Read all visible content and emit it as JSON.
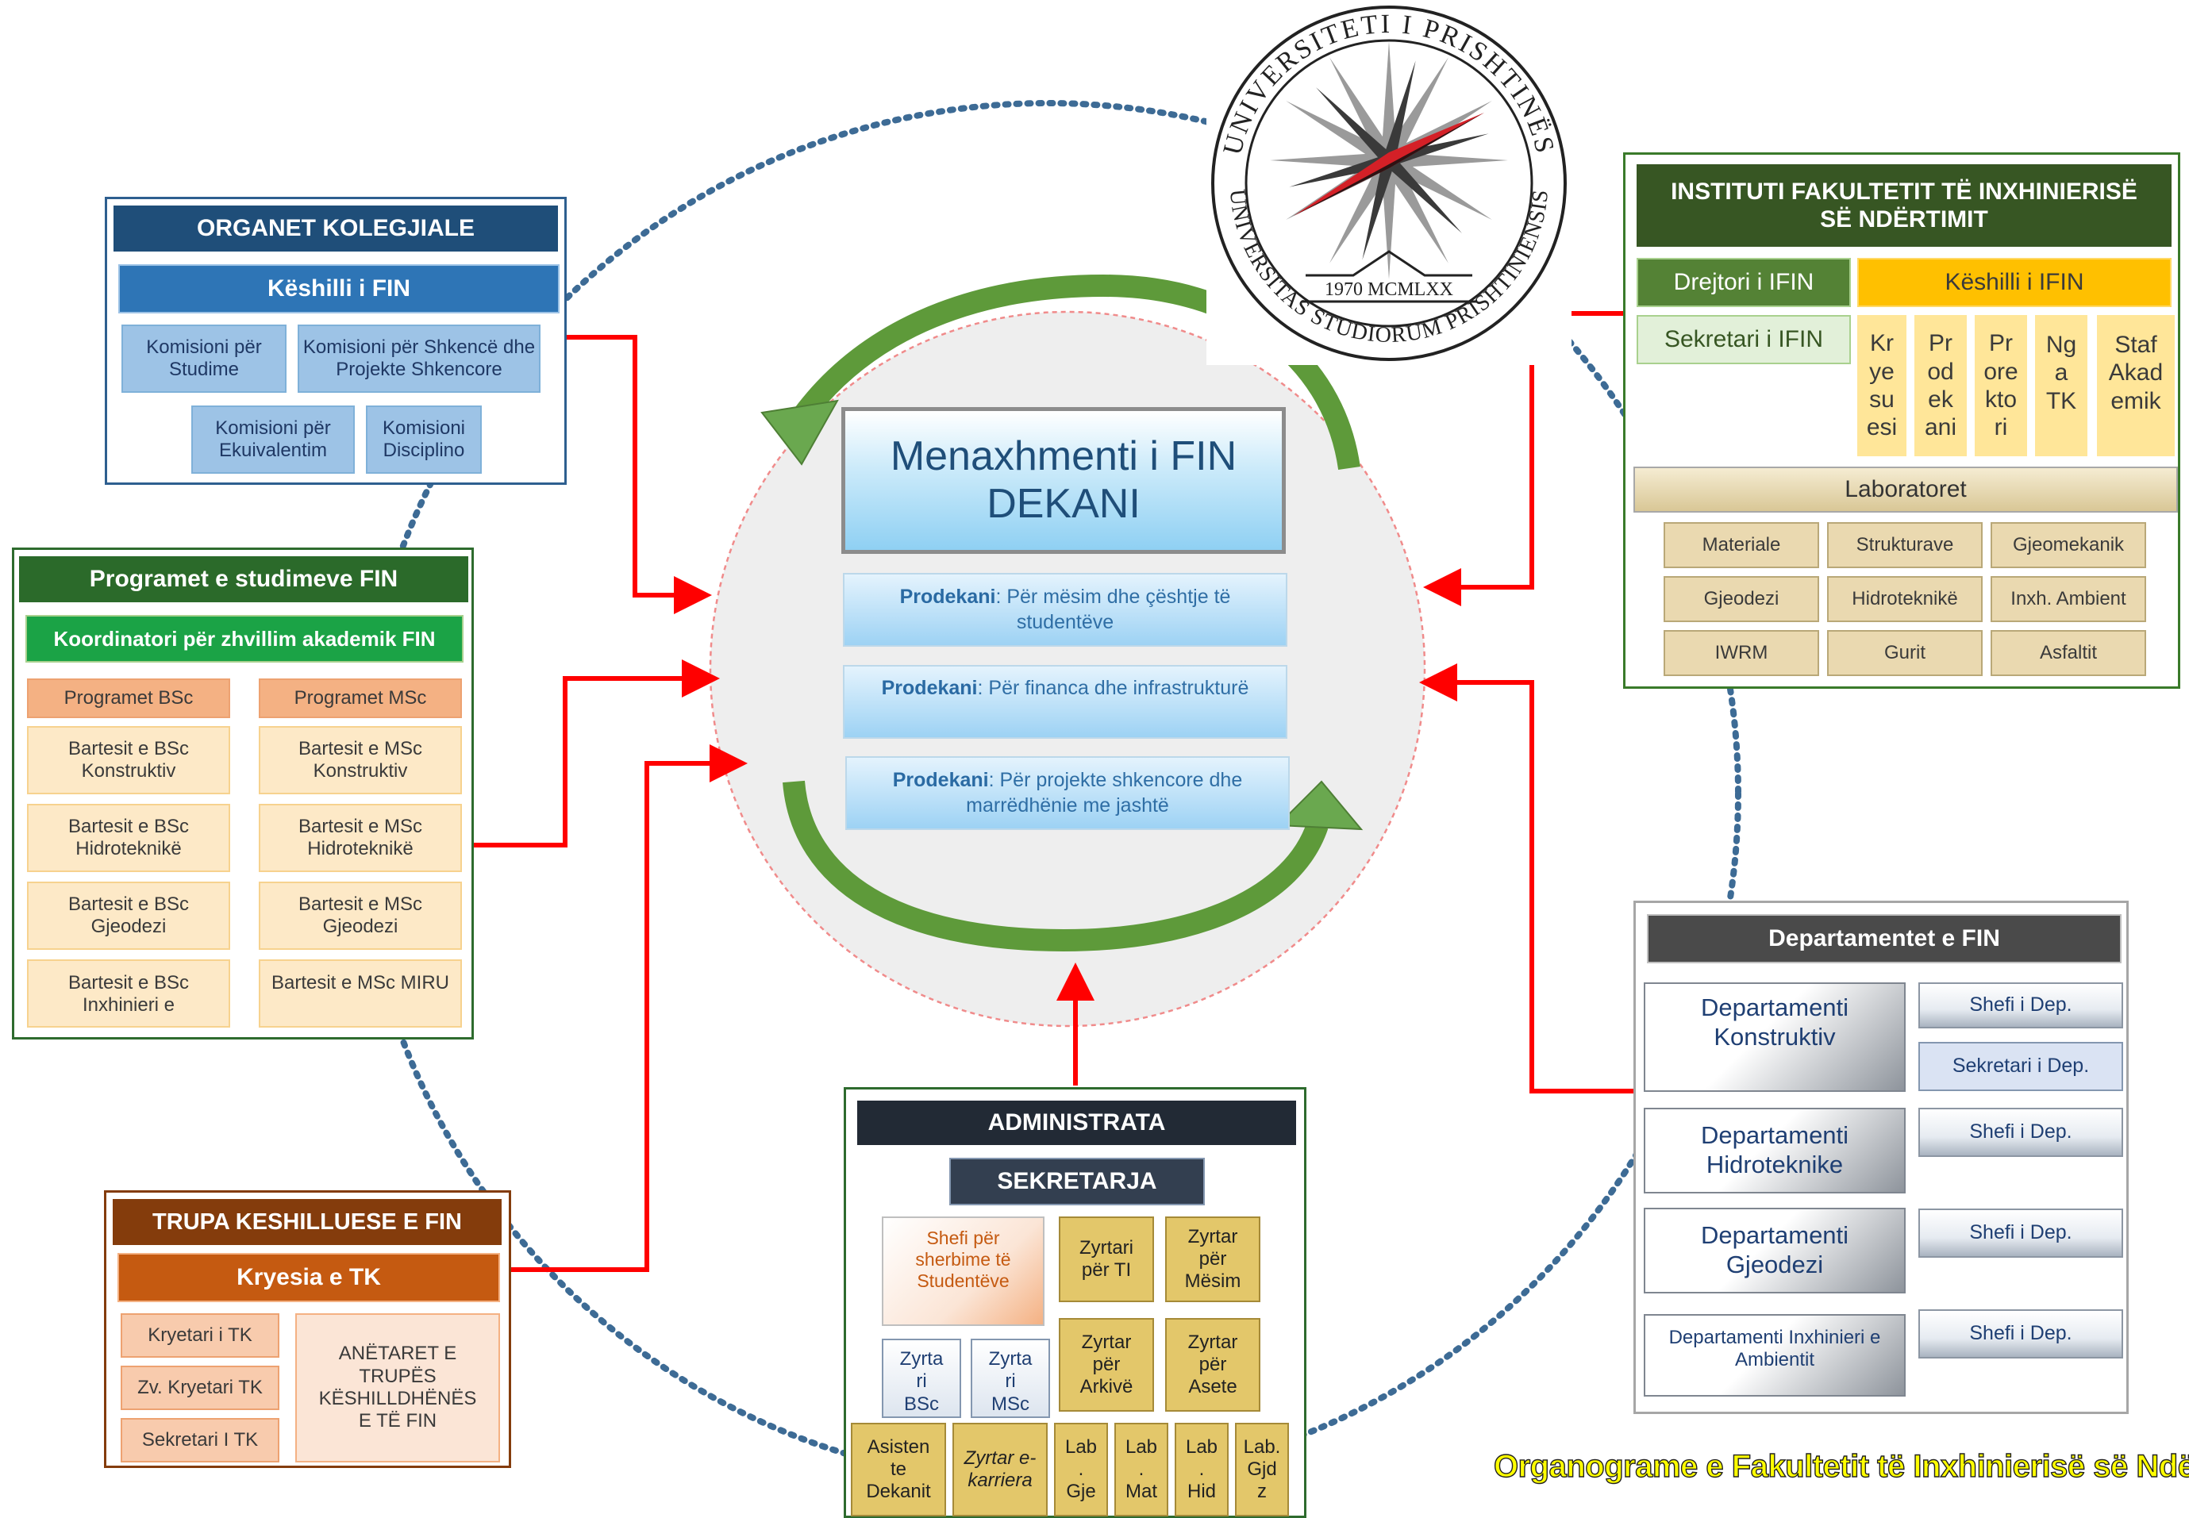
{
  "colors": {
    "connector_red": "#ff0000",
    "dotted_ring": "#3d6b95",
    "arrow_green": "#5e9a3a",
    "navy_header": "#1f4e79",
    "blue_header": "#2e75b6",
    "green_header": "#2b6a2a",
    "brown_header": "#843c0c",
    "orange_header": "#c55a11",
    "gold_header": "#ffc000",
    "dark_header": "#4a4a4a"
  },
  "logo": {
    "top_text": "UNIVERSITETI I PRISHTINËS",
    "bottom_text": "UNIVERSITAS STUDIORUM PRISHTINIENSIS",
    "year_label": "1970 MCMLXX"
  },
  "center": {
    "title_line1": "Menaxhmenti i FIN",
    "title_line2": "DEKANI",
    "prodekani": [
      {
        "bold": "Prodekani",
        "rest": ": Për mësim dhe çështje të studentëve"
      },
      {
        "bold": "Prodekani",
        "rest": ": Për financa dhe infrastrukturë"
      },
      {
        "bold": "Prodekani",
        "rest": ": Për projekte shkencore dhe marrëdhënie me jashtë"
      }
    ]
  },
  "organet": {
    "title": "ORGANET KOLEGJIALE",
    "keshilli": "Këshilli i FIN",
    "komisionet": [
      "Komisioni për Studime",
      "Komisioni për Shkencë dhe Projekte Shkencore",
      "Komisioni për Ekuivalentim",
      "Komisioni Disciplino"
    ]
  },
  "programet": {
    "title": "Programet e studimeve FIN",
    "koordinatori": "Koordinatori për zhvillim akademik FIN",
    "bsc_header": "Programet BSc",
    "msc_header": "Programet MSc",
    "bsc": [
      "Bartesit e BSc Konstruktiv",
      "Bartesit e BSc Hidroteknikë",
      "Bartesit e BSc Gjeodezi",
      "Bartesit e BSc Inxhinieri e"
    ],
    "msc": [
      "Bartesit e MSc Konstruktiv",
      "Bartesit e MSc Hidroteknikë",
      "Bartesit e MSc Gjeodezi",
      "Bartesit e MSc MIRU"
    ]
  },
  "trupa": {
    "title": "TRUPA KESHILLUESE E FIN",
    "kryesia": "Kryesia e TK",
    "roles": [
      "Kryetari i TK",
      "Zv. Kryetari TK",
      "Sekretari I TK"
    ],
    "anetaret": "ANËTARET E TRUPËS KËSHILLDHËNËS E TË FIN"
  },
  "admin": {
    "title": "ADMINISTRATA",
    "sekretarja": "SEKRETARJA",
    "shefi": "Shefi për sherbime të Studentëve",
    "zyrtari_ti": "Zyrtari për TI",
    "zyrtar_mesim": "Zyrtar për Mësim",
    "zyrtar_bsc": "Zyrta ri BSc",
    "zyrtar_msc": "Zyrta ri MSc",
    "zyrtar_arkive": "Zyrtar për Arkivë",
    "zyrtar_asete": "Zyrtar për Asete",
    "asistente": "Asisten te Dekanit",
    "ekarriera": "Zyrtar e-karriera",
    "labs": [
      "Lab . Gje",
      "Lab . Mat",
      "Lab . Hid",
      "Lab. Gjd z"
    ]
  },
  "instituti": {
    "title": "INSTITUTI FAKULTETIT TË INXHINIERISË SË NDËRTIMIT",
    "drejtori": "Drejtori i IFIN",
    "keshilli": "Këshilli i IFIN",
    "sekretari": "Sekretari i IFIN",
    "members": [
      "Kr ye su esi",
      "Pr od ek ani",
      "Pr ore kto ri",
      "Ng a TK",
      "Staf Akad emik"
    ],
    "laboratoret": "Laboratoret",
    "labs": [
      "Materiale",
      "Strukturave",
      "Gjeomekanik",
      "Gjeodezi",
      "Hidroteknikë",
      "Inxh. Ambient",
      "IWRM",
      "Gurit",
      "Asfaltit"
    ]
  },
  "departamentet": {
    "title": "Departamentet e FIN",
    "depts": [
      "Departamenti Konstruktiv",
      "Departamenti Hidroteknike",
      "Departamenti Gjeodezi",
      "Departamenti Inxhinieri e Ambientit"
    ],
    "shefi": "Shefi i Dep.",
    "sekretari": "Sekretari i Dep."
  },
  "footer": "Organograme e Fakultetit të Inxhinierisë së Ndërtimit"
}
